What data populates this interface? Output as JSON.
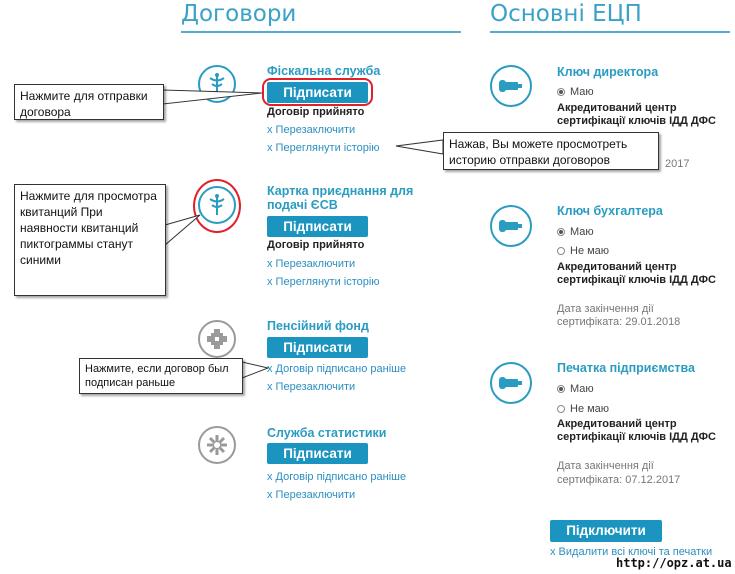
{
  "contracts": {
    "title": "Договори",
    "items": [
      {
        "name": "Фіскальна служба",
        "sign": "Підписати",
        "status": "Договір прийнято",
        "links": [
          "x Перезаключити",
          "x Переглянути історію"
        ],
        "icon": "caduceus-icon"
      },
      {
        "name": "Картка приєднання для подачі ЄСВ",
        "sign": "Підписати",
        "status": "Договір прийнято",
        "links": [
          "x Перезаключити",
          "x Переглянути історію"
        ],
        "icon": "caduceus-icon"
      },
      {
        "name": "Пенсійний фонд",
        "sign": "Підписати",
        "links": [
          "x Договір підписано раніше",
          "x Перезаключити"
        ],
        "icon": "pension-fund-icon"
      },
      {
        "name": "Служба статистики",
        "sign": "Підписати",
        "links": [
          "x Договір підписано раніше",
          "x Перезаключити"
        ],
        "icon": "statistics-icon"
      }
    ]
  },
  "ecp": {
    "title": "Основні ЕЦП",
    "keys": [
      {
        "name": "Ключ директора",
        "radio_yes": "Маю",
        "center": "Акредитований центр сертифікації ключів ІДД ДФС",
        "expiry": "2017"
      },
      {
        "name": "Ключ бухгалтера",
        "radio_yes": "Маю",
        "radio_no": "Не маю",
        "center": "Акредитований центр сертифікації ключів ІДД ДФС",
        "expiry_label": "Дата закінчення дії",
        "expiry": "сертифіката: 29.01.2018"
      },
      {
        "name": "Печатка підприємства",
        "radio_yes": "Маю",
        "radio_no": "Не маю",
        "center": "Акредитований центр сертифікації ключів ІДД ДФС",
        "expiry_label": "Дата закінчення дії",
        "expiry": "сертифіката: 07.12.2017"
      }
    ],
    "connect": "Підключити",
    "delete_link": "x Видалити всі ключі та печатки"
  },
  "callouts": {
    "send": "Нажмите для отправки договора",
    "history": "Нажав, Вы можете просмотреть историю отправки договоров",
    "receipts": "Нажмите для просмотра квитанций При наявности квитанций пиктограммы станут синими",
    "signed_before": "Нажмите, если договор был подписан раньше"
  },
  "watermark": "http://opz.at.ua",
  "colors": {
    "accent": "#1c94c0",
    "link": "#2a8fc0",
    "highlight": "#e0202a"
  }
}
